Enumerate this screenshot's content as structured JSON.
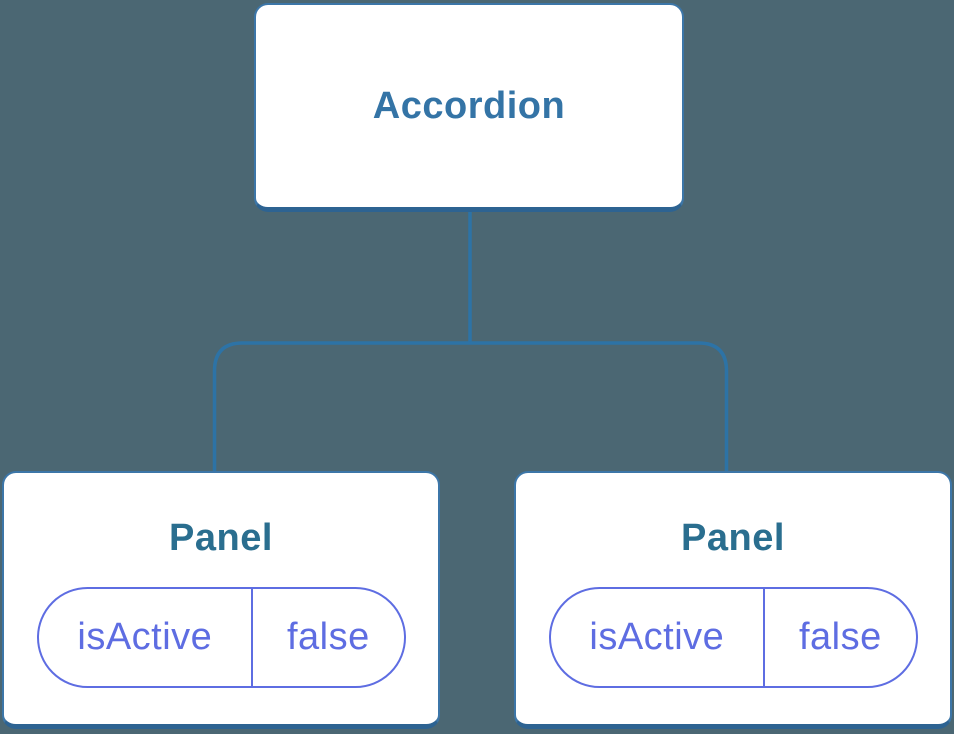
{
  "tree": {
    "root": {
      "label": "Accordion"
    },
    "children": [
      {
        "label": "Panel",
        "state": {
          "key": "isActive",
          "value": "false"
        }
      },
      {
        "label": "Panel",
        "state": {
          "key": "isActive",
          "value": "false"
        }
      }
    ]
  },
  "colors": {
    "background": "#4B6773",
    "node_fill": "#FFFFFF",
    "node_border": "#3C76A8",
    "node_border_bottom": "#2D6392",
    "connector_line": "#2D73A6",
    "root_label_text": "#3474A6",
    "panel_label_text": "#2A6E8F",
    "state_pill": "#5E6DE2"
  }
}
